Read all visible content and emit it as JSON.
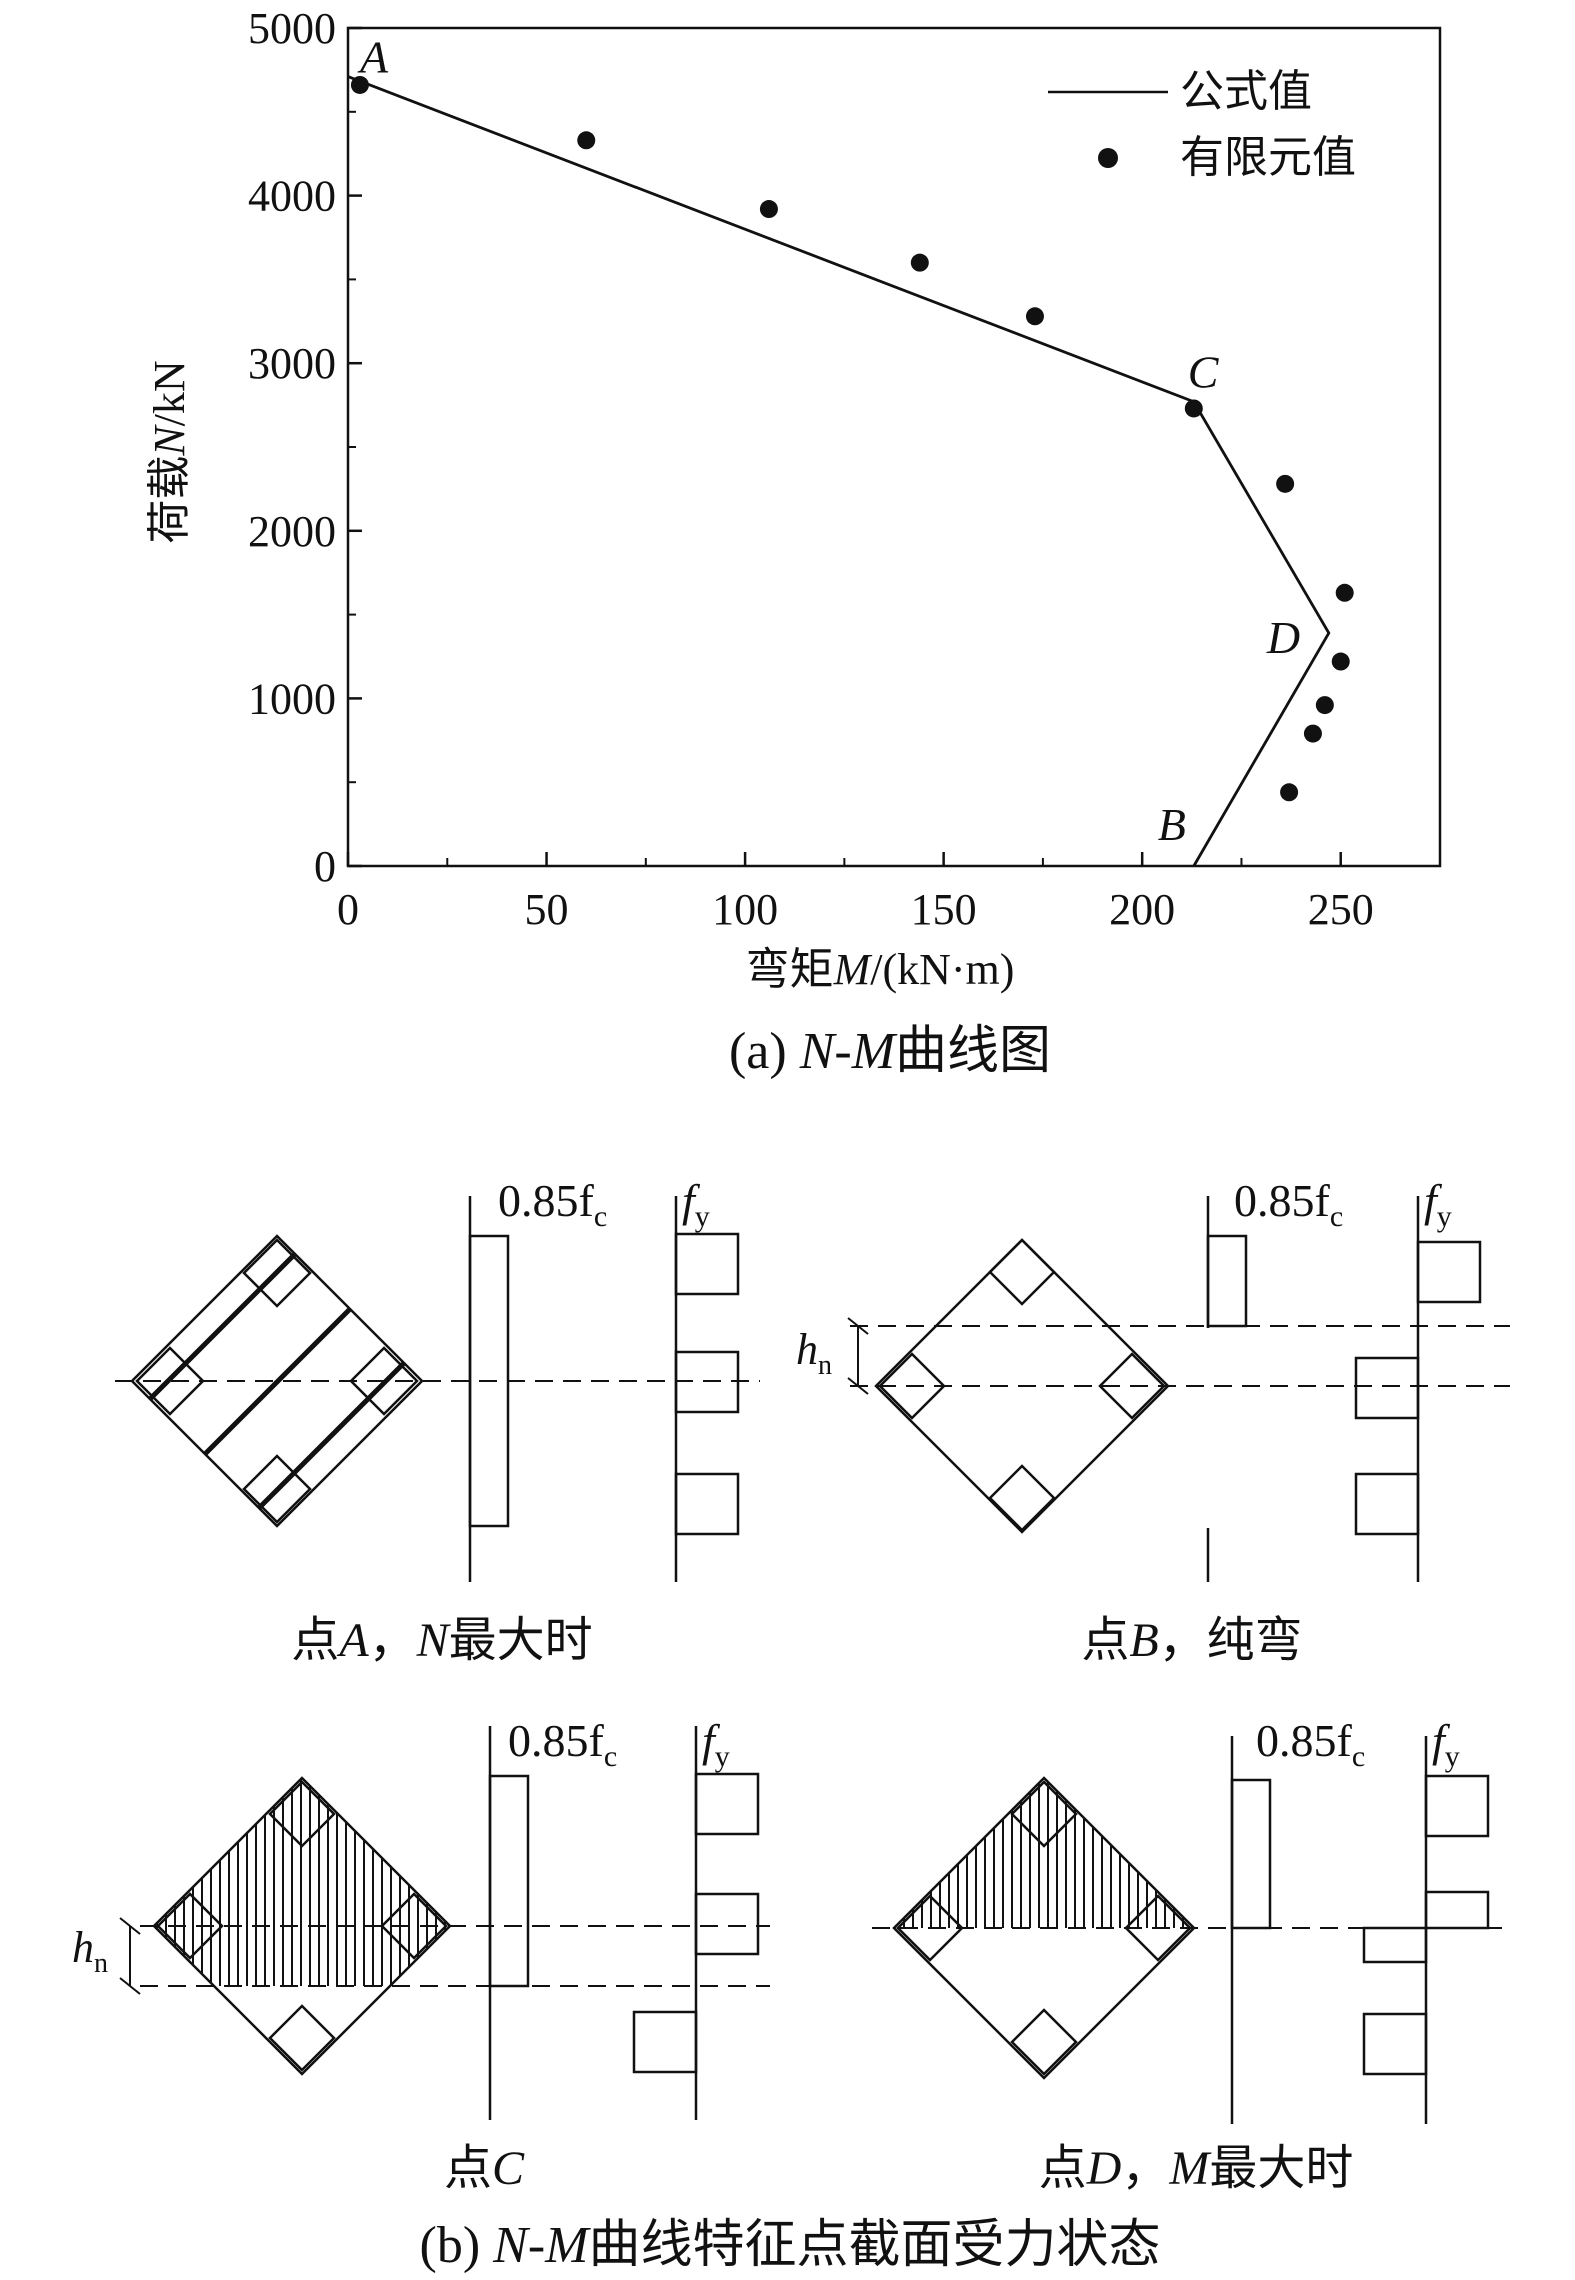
{
  "chart_data": {
    "type": "line",
    "xlabel": "弯矩M/(kN·m)",
    "ylabel": "荷载N/kN",
    "xlim": [
      0,
      275
    ],
    "ylim": [
      0,
      5000
    ],
    "xticks": [
      0,
      50,
      100,
      150,
      200,
      250
    ],
    "yticks": [
      0,
      1000,
      2000,
      3000,
      4000,
      5000
    ],
    "grid": false,
    "legend_position": "top-right",
    "series": [
      {
        "name": "公式值",
        "kind": "line",
        "color": "#111111",
        "points": [
          [
            0,
            4710
          ],
          [
            213,
            2770
          ],
          [
            247,
            1390
          ],
          [
            213,
            0
          ]
        ]
      },
      {
        "name": "有限元值",
        "kind": "scatter",
        "color": "#111111",
        "points": [
          [
            3,
            4660
          ],
          [
            60,
            4330
          ],
          [
            106,
            3920
          ],
          [
            144,
            3600
          ],
          [
            173,
            3280
          ],
          [
            213,
            2730
          ],
          [
            236,
            2280
          ],
          [
            251,
            1630
          ],
          [
            250,
            1220
          ],
          [
            246,
            960
          ],
          [
            243,
            790
          ],
          [
            237,
            440
          ]
        ]
      }
    ],
    "point_labels": [
      {
        "text": "A",
        "x": 0,
        "y": 4710
      },
      {
        "text": "C",
        "x": 213,
        "y": 2770
      },
      {
        "text": "D",
        "x": 247,
        "y": 1390
      },
      {
        "text": "B",
        "x": 213,
        "y": 0
      }
    ]
  },
  "captions": {
    "a": {
      "prefix": "(a) ",
      "italic": "N-M",
      "suffix": "曲线图"
    },
    "b": {
      "prefix": "(b) ",
      "italic": "N-M",
      "suffix": "曲线特征点截面受力状态"
    }
  },
  "diagrams": {
    "stress_label_c": {
      "main": "0.85f",
      "sub": "c"
    },
    "stress_label_y": {
      "main": "f",
      "sub": "y"
    },
    "hn": {
      "main": "h",
      "sub": "n"
    },
    "panels": [
      {
        "caption_pre": "点",
        "caption_italic": "A",
        "caption_post": "，",
        "caption_italic2": "N",
        "caption_tail": "最大时"
      },
      {
        "caption_pre": "点",
        "caption_italic": "B",
        "caption_post": "，纯弯",
        "caption_italic2": "",
        "caption_tail": ""
      },
      {
        "caption_pre": "点",
        "caption_italic": "C",
        "caption_post": "",
        "caption_italic2": "",
        "caption_tail": ""
      },
      {
        "caption_pre": "点",
        "caption_italic": "D",
        "caption_post": "，",
        "caption_italic2": "M",
        "caption_tail": "最大时"
      }
    ]
  }
}
